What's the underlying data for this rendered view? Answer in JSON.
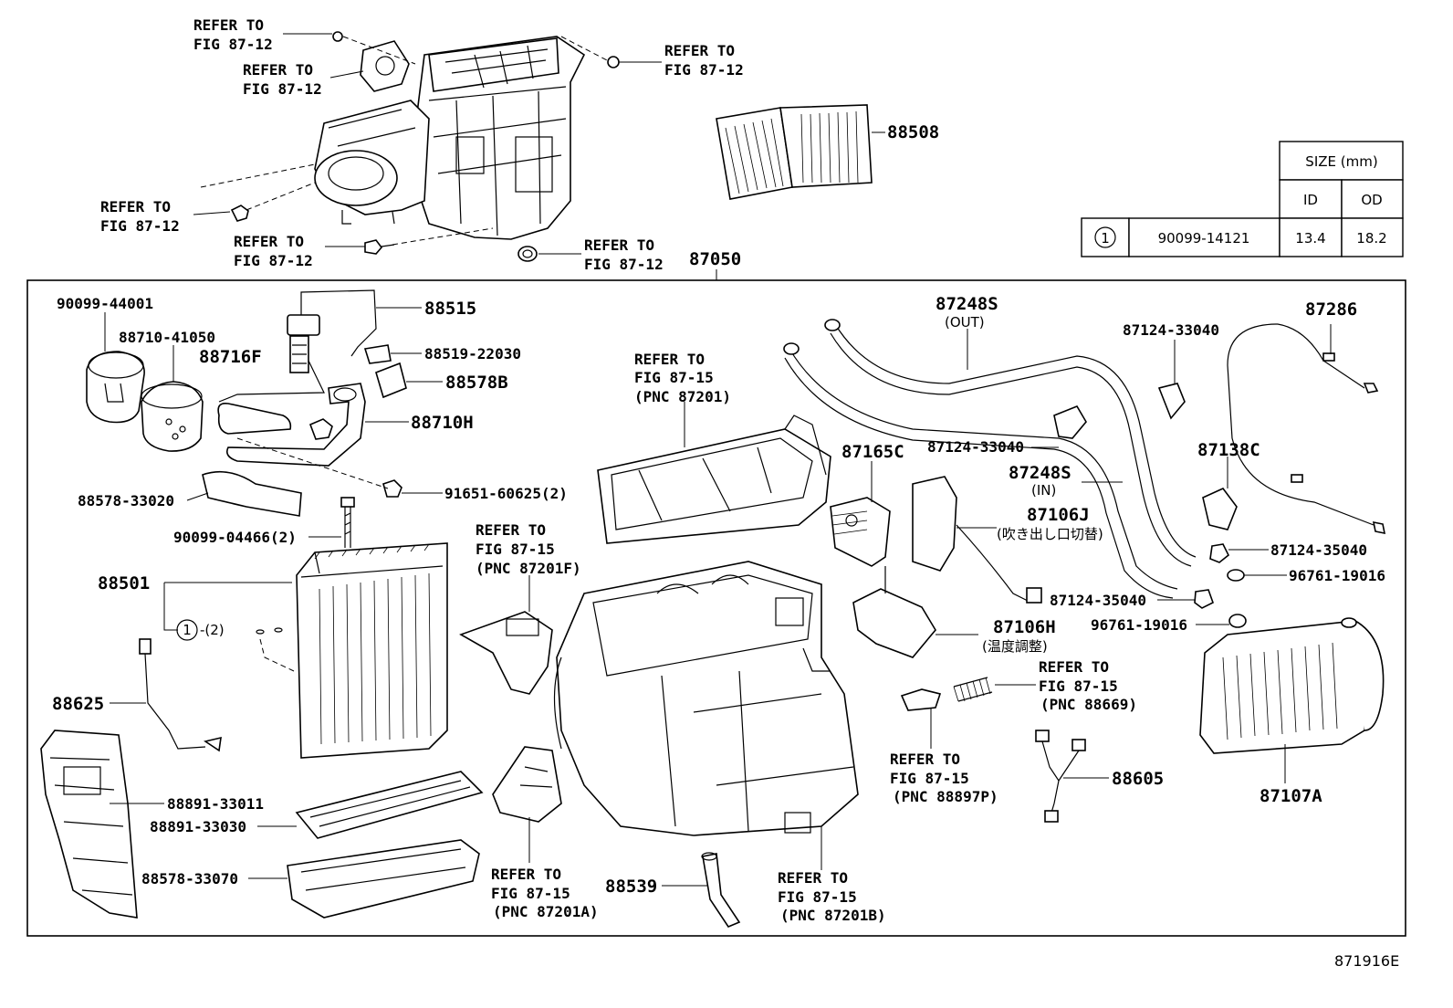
{
  "diagram_id": "871916E",
  "refs": {
    "r1": [
      "REFER TO",
      "FIG 87-12"
    ],
    "r2": [
      "REFER TO",
      "FIG 87-12"
    ],
    "r3": [
      "REFER TO",
      "FIG 87-12"
    ],
    "r4": [
      "REFER TO",
      "FIG 87-12"
    ],
    "r5": [
      "REFER TO",
      "FIG 87-12"
    ],
    "r6": [
      "REFER TO",
      "FIG 87-12"
    ],
    "r7": [
      "REFER TO",
      "FIG 87-15",
      "(PNC 87201)"
    ],
    "r8": [
      "REFER TO",
      "FIG 87-15",
      "(PNC 87201F)"
    ],
    "r9": [
      "REFER TO",
      "FIG 87-15",
      "(PNC 87201A)"
    ],
    "r10": [
      "REFER TO",
      "FIG 87-15",
      "(PNC 87201B)"
    ],
    "r11": [
      "REFER TO",
      "FIG 87-15",
      "(PNC 88669)"
    ],
    "r12": [
      "REFER TO",
      "FIG 87-15",
      "(PNC 88897P)"
    ]
  },
  "parts": {
    "p88508": "88508",
    "p87050": "87050",
    "p90099_44001": "90099-44001",
    "p88710_41050": "88710-41050",
    "p88716F": "88716F",
    "p88515": "88515",
    "p88519_22030": "88519-22030",
    "p88578B": "88578B",
    "p88710H": "88710H",
    "p88578_33020": "88578-33020",
    "p91651_60625": "91651-60625(2)",
    "p90099_04466": "90099-04466(2)",
    "p88501": "88501",
    "p88501_sub": "-(2)",
    "p88625": "88625",
    "p88891_33011": "88891-33011",
    "p88891_33030": "88891-33030",
    "p88578_33070": "88578-33070",
    "p88539": "88539",
    "p87248S_out": "87248S",
    "p87248S_out_sub": "(OUT)",
    "p87248S_in": "87248S",
    "p87248S_in_sub": "(IN)",
    "p87124_33040a": "87124-33040",
    "p87124_33040b": "87124-33040",
    "p87286": "87286",
    "p87165C": "87165C",
    "p87138C": "87138C",
    "p87106J": "87106J",
    "p87106J_sub": "(吹き出し口切替)",
    "p87106H": "87106H",
    "p87106H_sub": "(温度調整)",
    "p87124_35040a": "87124-35040",
    "p87124_35040b": "87124-35040",
    "p96761_19016a": "96761-19016",
    "p96761_19016b": "96761-19016",
    "p88605": "88605",
    "p87107A": "87107A"
  },
  "size_table": {
    "header": "SIZE (mm)",
    "col_id": "ID",
    "col_od": "OD",
    "row": {
      "key": "1",
      "part": "90099-14121",
      "id": "13.4",
      "od": "18.2"
    }
  },
  "callout_key": "1"
}
